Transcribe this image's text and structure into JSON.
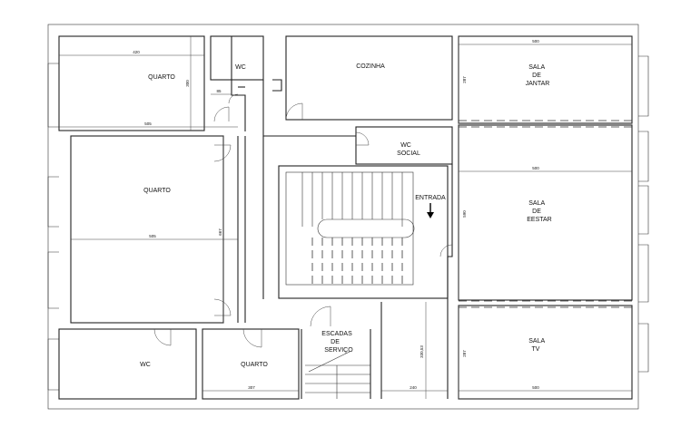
{
  "rooms": {
    "quarto_top": "QUARTO",
    "wc_top": "WC",
    "cozinha": "COZINHA",
    "sala_jantar": [
      "SALA",
      "DE",
      "JANTAR"
    ],
    "quarto_mid": "QUARTO",
    "wc_social": [
      "WC",
      "SOCIAL"
    ],
    "entrada": "ENTRADA",
    "sala_estar": [
      "SALA",
      "DE",
      "EESTAR"
    ],
    "wc_bottom": "WC",
    "quarto_bottom": "QUARTO",
    "escadas": [
      "ESCADAS",
      "DE",
      "SERVIÇO"
    ],
    "sala_tv": [
      "SALA",
      "TV"
    ]
  },
  "dimensions": {
    "d420": "420",
    "d300": "300",
    "d85": "85",
    "d505_top": "505",
    "d505_mid": "505",
    "d667": "667",
    "d287_top": "287",
    "d500_top": "500",
    "d500_mid": "500",
    "d590": "590",
    "d287_bottom": "287",
    "d500_bottom": "500",
    "d330": "330,53",
    "d240": "240",
    "d307": "307"
  }
}
